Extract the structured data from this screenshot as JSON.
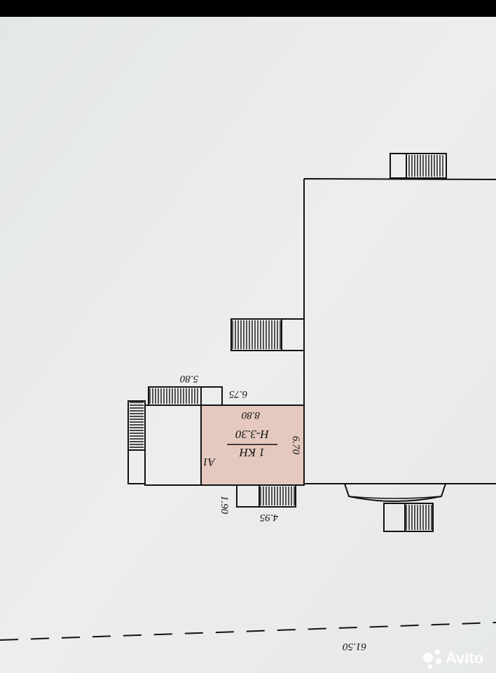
{
  "plan": {
    "unit_label": "1 КН",
    "height_label": "Н-3.30",
    "room_index": "А1",
    "dimensions": {
      "top_inner": "6.75",
      "room_width": "8.80",
      "room_depth": "6.70",
      "porch_top": "5.80",
      "porch_bottom_depth": "1.90",
      "porch_bottom_width": "4.95",
      "boundary": "61.50"
    }
  },
  "watermark": {
    "text": "Avito"
  },
  "colors": {
    "paper": "#e9ecea",
    "ink": "#111111",
    "room_fill": "#e5c9bf",
    "frame": "#000000"
  }
}
